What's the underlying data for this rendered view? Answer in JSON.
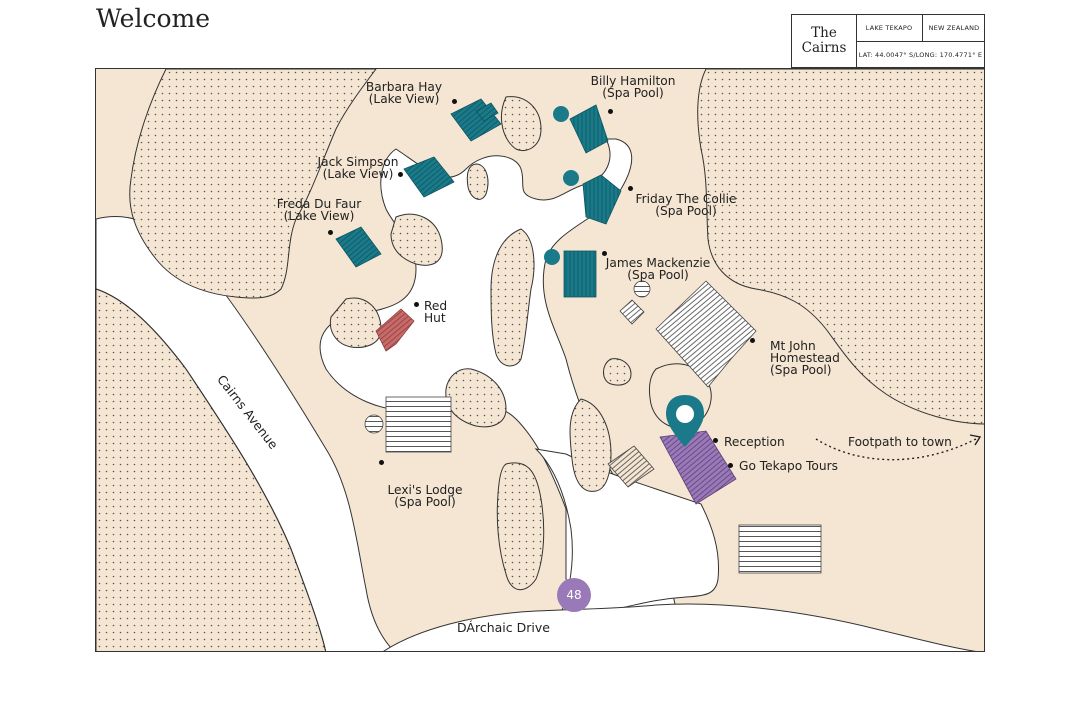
{
  "header": {
    "title": "Welcome"
  },
  "infobox": {
    "brand_line1": "The",
    "brand_line2": "Cairns",
    "location": "LAKE TEKAPO",
    "country": "NEW ZEALAND",
    "coordinates": "LAT: 44.0047° S/LONG: 170.4771° E"
  },
  "map": {
    "colors": {
      "land": "#f5e6d3",
      "road": "#ffffff",
      "teal_building": "#1a7a8a",
      "red_building": "#c96a6a",
      "reception_building": "#9a79b8",
      "badge": "#9a79b8"
    },
    "labels": {
      "barbara_hay": [
        "Barbara Hay",
        "(Lake View)"
      ],
      "billy_hamilton": [
        "Billy Hamilton",
        "(Spa Pool)"
      ],
      "jack_simpson": [
        "Jack Simpson",
        "(Lake View)"
      ],
      "friday_the_collie": [
        "Friday The Collie",
        "(Spa Pool)"
      ],
      "freda_du_faur": [
        "Freda Du Faur",
        "(Lake View)"
      ],
      "james_mackenzie": [
        "James Mackenzie",
        "(Spa Pool)"
      ],
      "red_hut": [
        "Red",
        "Hut"
      ],
      "mt_john": [
        "Mt John",
        "Homestead",
        "(Spa Pool)"
      ],
      "reception": "Reception",
      "go_tekapo_tours": "Go Tekapo Tours",
      "footpath": "Footpath to town",
      "lexis_lodge": [
        "Lexi's Lodge",
        "(Spa Pool)"
      ]
    },
    "roads": {
      "cairns_avenue": "Cairns Avenue",
      "darchaic_drive": "DÁrchaic Drive"
    },
    "badge_number": "48",
    "icons": [
      "location-pin-icon",
      "dotted-arrow-icon"
    ]
  }
}
